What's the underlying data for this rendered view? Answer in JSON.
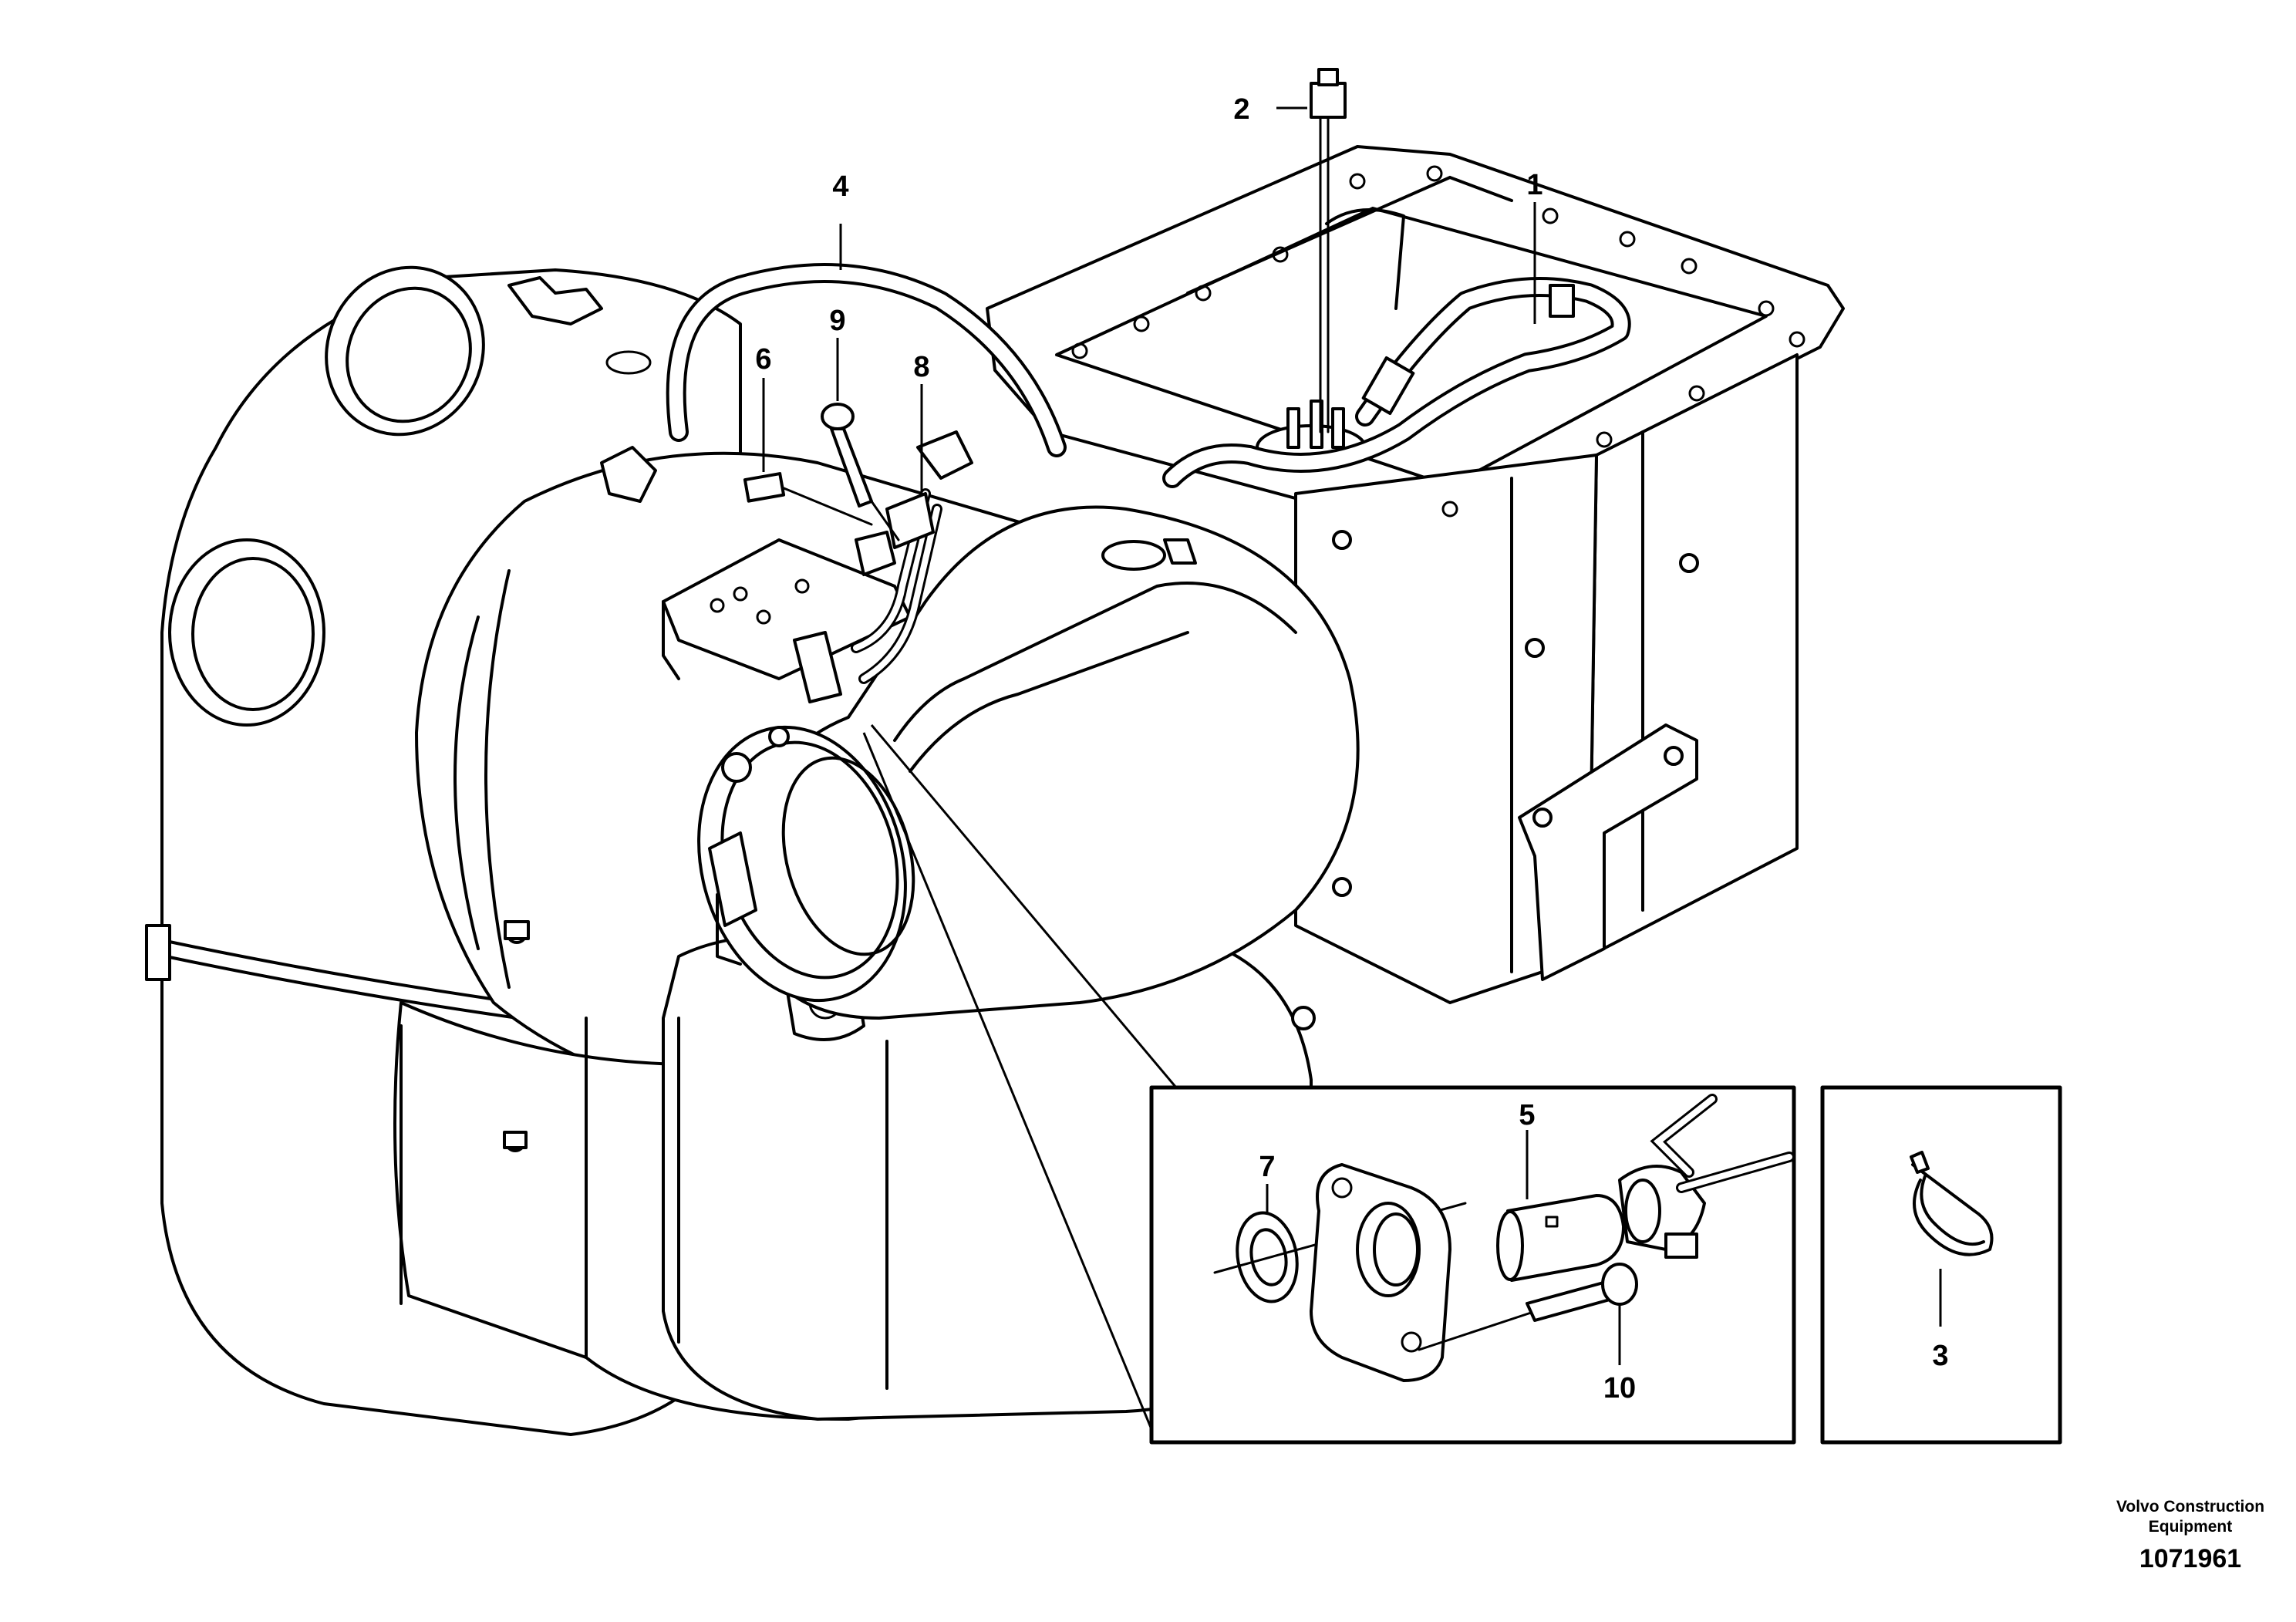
{
  "diagram": {
    "callouts": [
      {
        "id": "c1",
        "label": "1"
      },
      {
        "id": "c2",
        "label": "2"
      },
      {
        "id": "c3",
        "label": "3"
      },
      {
        "id": "c4",
        "label": "4"
      },
      {
        "id": "c5",
        "label": "5"
      },
      {
        "id": "c6",
        "label": "6"
      },
      {
        "id": "c7",
        "label": "7"
      },
      {
        "id": "c8",
        "label": "8"
      },
      {
        "id": "c9",
        "label": "9"
      },
      {
        "id": "c10",
        "label": "10"
      }
    ],
    "credit": {
      "line1": "Volvo Construction",
      "line2": "Equipment",
      "drawing_number": "1071961"
    }
  }
}
